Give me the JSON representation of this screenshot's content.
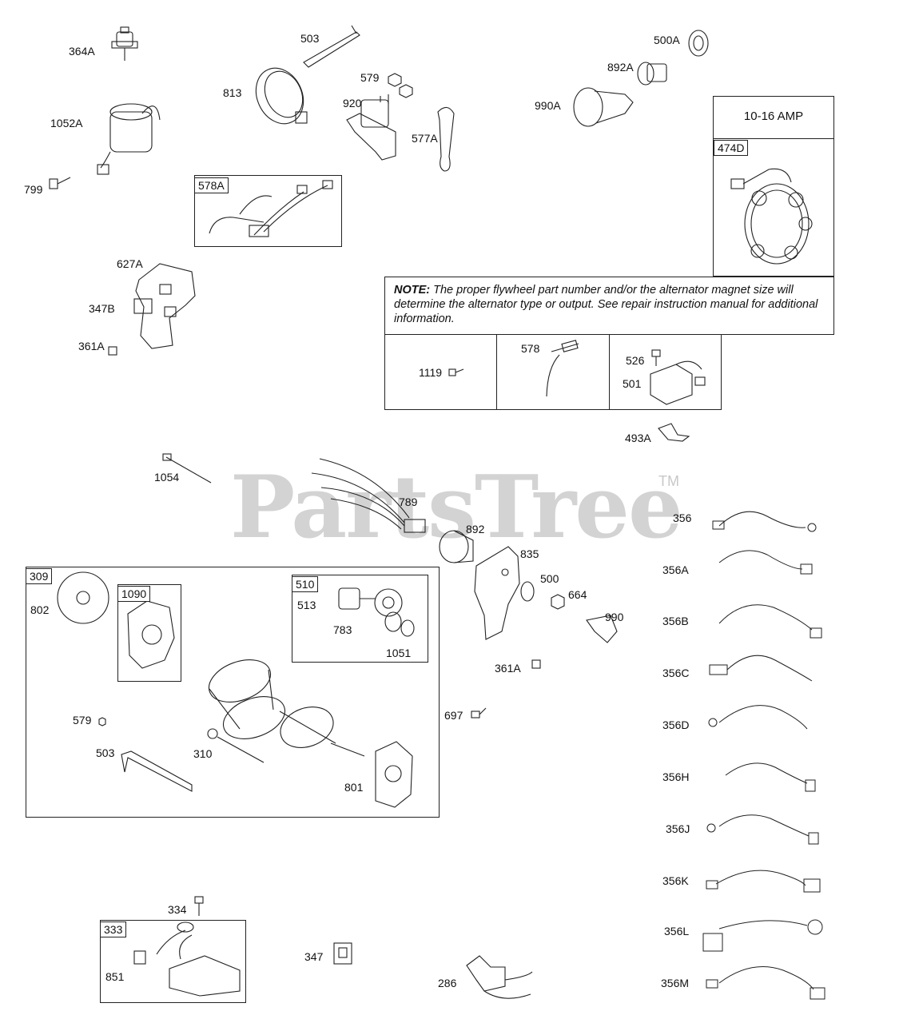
{
  "watermark": {
    "brand": "PartsTree",
    "tm": "TM"
  },
  "note": {
    "prefix": "NOTE:",
    "text": "The proper flywheel part number and/or the alternator magnet size will determine the alternator type or output. See repair instruction manual for additional information."
  },
  "alternator": {
    "rating": "10-16 AMP",
    "part": "474D"
  },
  "groups": {
    "g578A": "578A",
    "g309": "309",
    "g1090": "1090",
    "g510": "510",
    "g333": "333"
  },
  "parts": [
    "364A",
    "503",
    "500A",
    "892A",
    "813",
    "579",
    "990A",
    "920",
    "1052A",
    "577A",
    "799",
    "627A",
    "347B",
    "361A",
    "1119",
    "578",
    "526",
    "501",
    "493A",
    "1054",
    "789",
    "892",
    "835",
    "500",
    "664",
    "990",
    "356",
    "356A",
    "356B",
    "356C",
    "356D",
    "356H",
    "356J",
    "356K",
    "356L",
    "356M",
    "802",
    "513",
    "783",
    "1051",
    "361A",
    "697",
    "579",
    "503",
    "310",
    "801",
    "334",
    "851",
    "347",
    "286"
  ]
}
